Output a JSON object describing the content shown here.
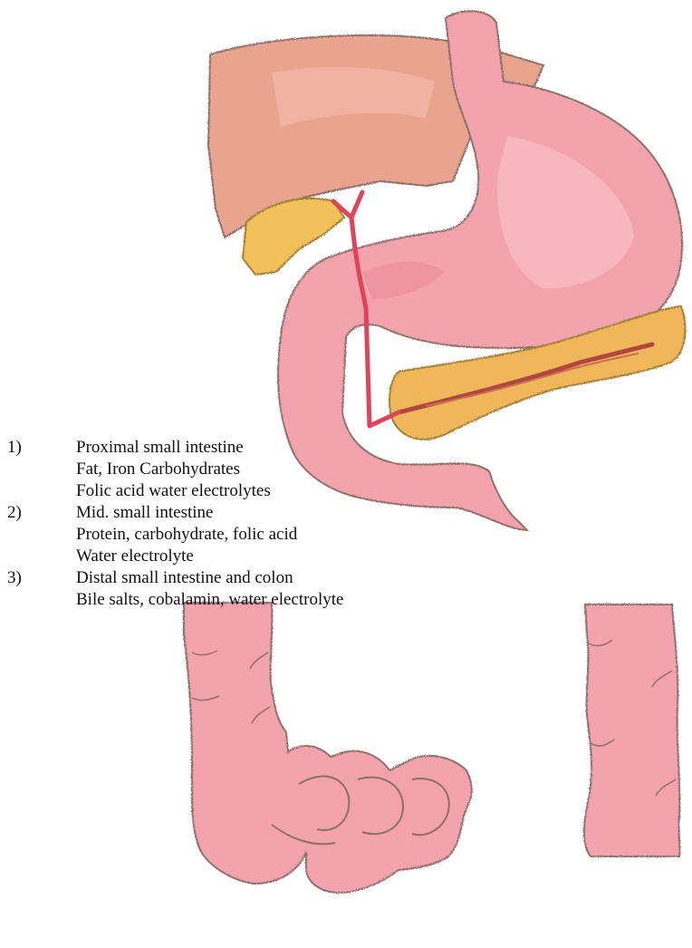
{
  "labels": [
    {
      "number": "1)",
      "lines": [
        "Proximal small intestine",
        "Fat, Iron Carbohydrates",
        "Folic acid water electrolytes"
      ]
    },
    {
      "number": "2)",
      "lines": [
        "Mid. small intestine",
        "Protein, carbohydrate, folic acid",
        "Water electrolyte"
      ]
    },
    {
      "number": "3)",
      "lines": [
        "Distal small intestine and colon",
        "Bile salts, cobalamin, water electrolyte"
      ]
    }
  ],
  "colors": {
    "liver": "#e9a48f",
    "gallbladder": "#f2c15a",
    "stomach": "#f3a3ad",
    "bile_duct": "#e0435a",
    "pancreas": "#f0b75a",
    "pancreatic_duct": "#b1473e",
    "intestine": "#f3a3ad",
    "outline": "#8f6f6a"
  }
}
